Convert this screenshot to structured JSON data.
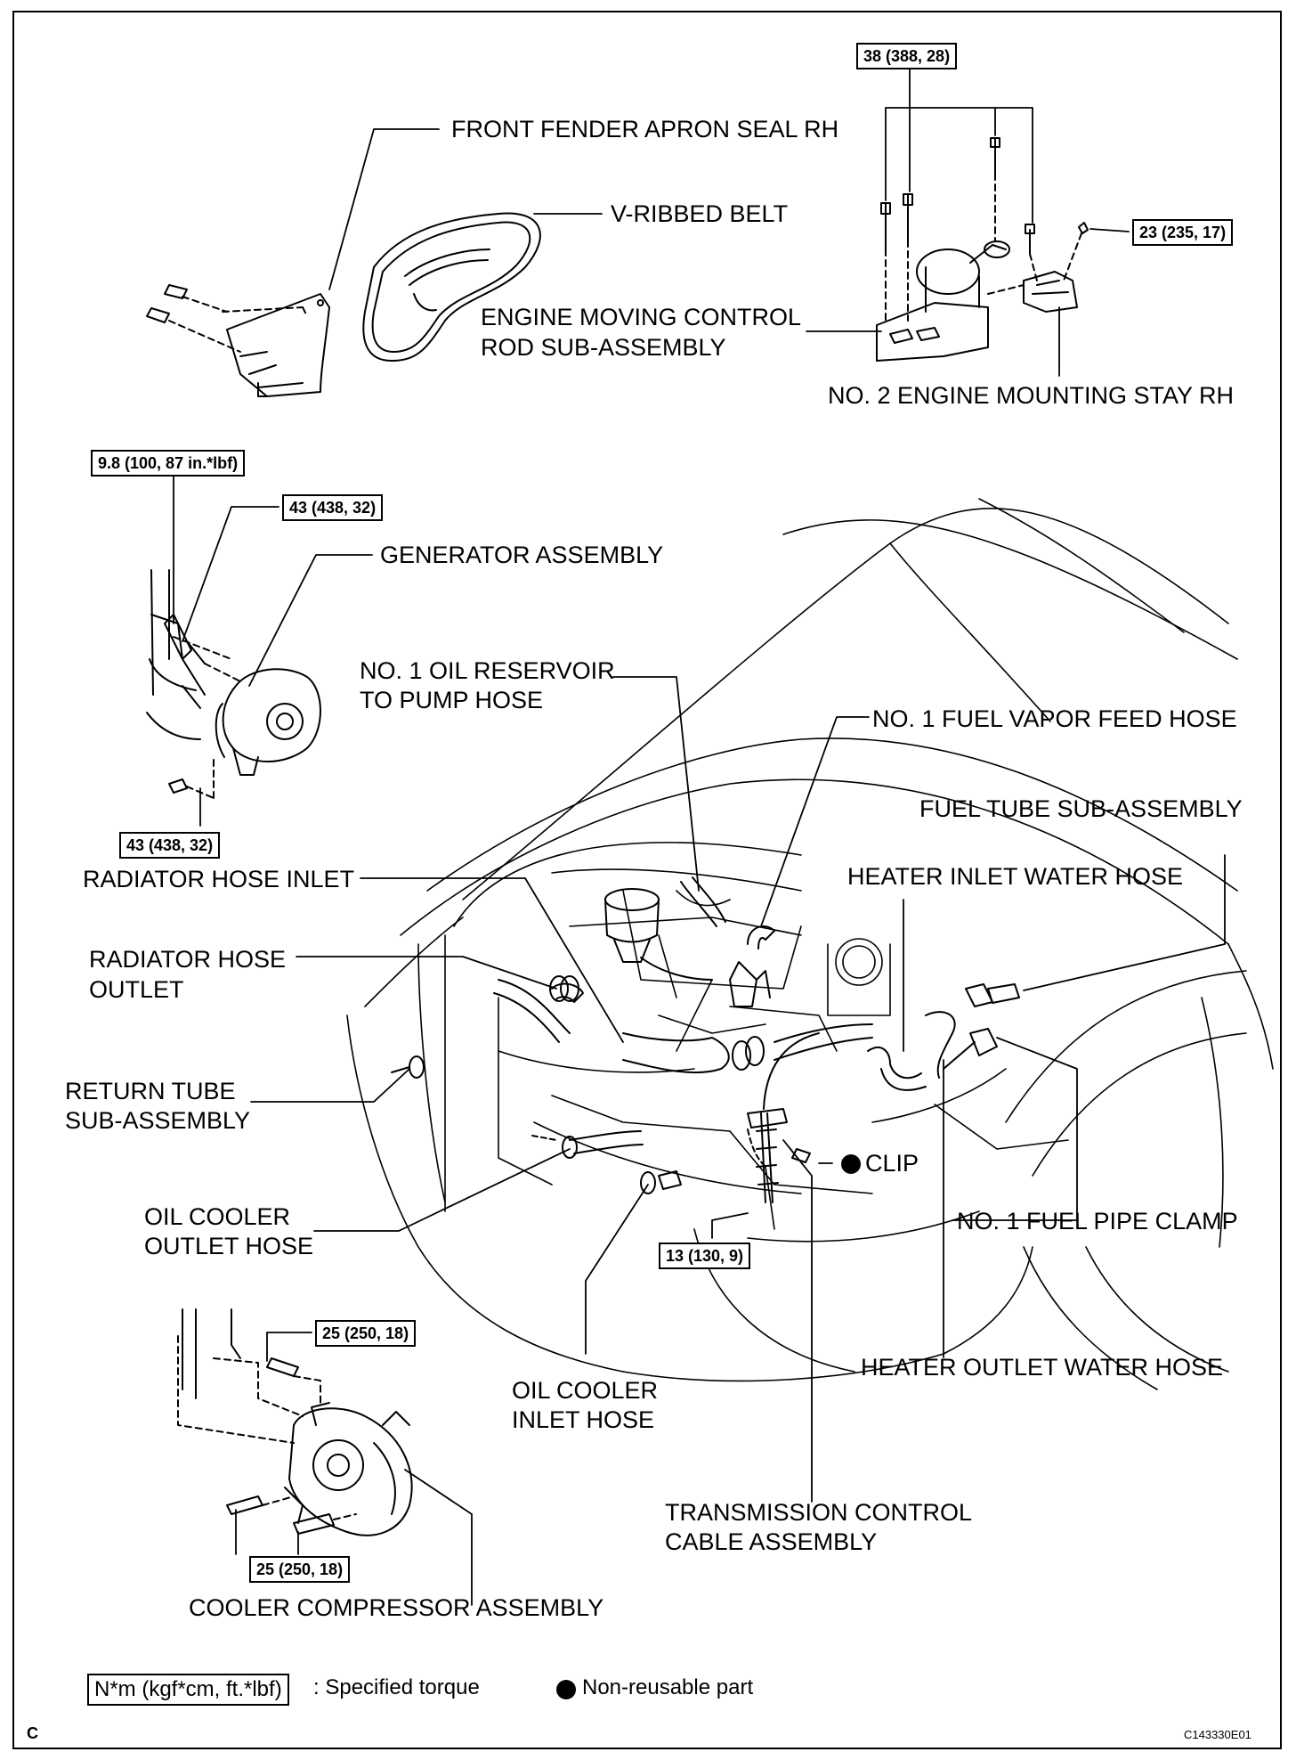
{
  "labels": {
    "front_fender": "FRONT FENDER APRON SEAL RH",
    "v_ribbed_belt": "V-RIBBED BELT",
    "engine_moving_rod_1": "ENGINE MOVING CONTROL",
    "engine_moving_rod_2": "ROD SUB-ASSEMBLY",
    "engine_mount_stay": "NO. 2 ENGINE MOUNTING STAY RH",
    "generator": "GENERATOR ASSEMBLY",
    "oil_reservoir_1": "NO. 1 OIL RESERVOIR",
    "oil_reservoir_2": "TO PUMP HOSE",
    "fuel_vapor": "NO. 1 FUEL VAPOR FEED HOSE",
    "fuel_tube": "FUEL TUBE SUB-ASSEMBLY",
    "radiator_inlet": "RADIATOR HOSE INLET",
    "heater_inlet": "HEATER INLET WATER HOSE",
    "radiator_outlet_1": "RADIATOR HOSE",
    "radiator_outlet_2": "OUTLET",
    "return_tube_1": "RETURN TUBE",
    "return_tube_2": "SUB-ASSEMBLY",
    "clip": "CLIP",
    "oil_cooler_outlet_1": "OIL COOLER",
    "oil_cooler_outlet_2": "OUTLET HOSE",
    "fuel_pipe_clamp": "NO. 1 FUEL PIPE CLAMP",
    "heater_outlet": "HEATER OUTLET WATER HOSE",
    "oil_cooler_inlet_1": "OIL COOLER",
    "oil_cooler_inlet_2": "INLET HOSE",
    "transmission_cable_1": "TRANSMISSION CONTROL",
    "transmission_cable_2": "CABLE ASSEMBLY",
    "cooler_compressor": "COOLER COMPRESSOR ASSEMBLY"
  },
  "torques": {
    "t38": "38 (388, 28)",
    "t23": "23 (235, 17)",
    "t98": "9.8 (100, 87 in.*lbf)",
    "t43_top": "43 (438, 32)",
    "t43_bottom": "43 (438, 32)",
    "t13": "13 (130, 9)",
    "t25_top": "25 (250, 18)",
    "t25_bottom": "25 (250, 18)"
  },
  "legend": {
    "unit": "N*m (kgf*cm, ft.*lbf)",
    "unit_desc": ": Specified torque",
    "nonreusable": "Non-reusable part"
  },
  "corner_letter": "C",
  "figure_code": "C143330E01"
}
